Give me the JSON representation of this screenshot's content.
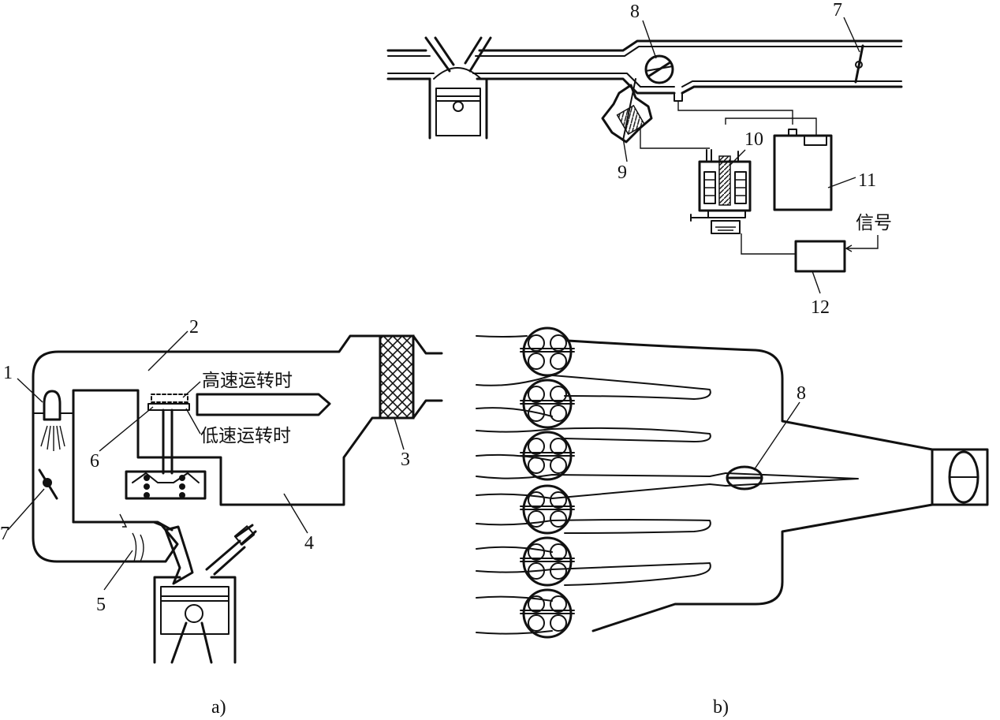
{
  "top_diagram": {
    "labels": {
      "n7": "7",
      "n8": "8",
      "n9": "9",
      "n10": "10",
      "n11": "11",
      "n12": "12",
      "signal": "信号"
    }
  },
  "diagram_a": {
    "labels": {
      "n1": "1",
      "n2": "2",
      "n3": "3",
      "n4": "4",
      "n5": "5",
      "n6": "6",
      "n7": "7",
      "high_speed": "高速运转时",
      "low_speed": "低速运转时"
    },
    "caption": "a)"
  },
  "diagram_b": {
    "labels": {
      "n8": "8"
    },
    "caption": "b)"
  }
}
